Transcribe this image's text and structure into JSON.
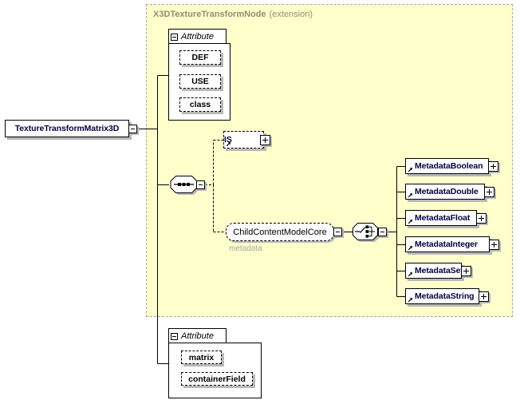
{
  "colors": {
    "group_background": "#ffffcc",
    "group_border": "#a6a6a6",
    "group_title": "#8f8f6b",
    "element_text": "#000042",
    "attribute_text": "#000000",
    "shadow": "#b8b8b8",
    "annotation_text": "#a6a6a6"
  },
  "group": {
    "title": "X3DTextureTransformNode",
    "suffix": "(extension)"
  },
  "root_element": {
    "label": "TextureTransformMatrix3D"
  },
  "attributes_top": {
    "header": "Attribute",
    "items": [
      "DEF",
      "USE",
      "class"
    ]
  },
  "attributes_bottom": {
    "header": "Attribute",
    "items": [
      "matrix",
      "containerField"
    ]
  },
  "is_element": {
    "label": "IS"
  },
  "child_content_group": {
    "label": "ChildContentModelCore",
    "annotation": "metadata"
  },
  "metadata_elements": [
    "MetadataBoolean",
    "MetadataDouble",
    "MetadataFloat",
    "MetadataInteger",
    "MetadataSet",
    "MetadataString"
  ]
}
